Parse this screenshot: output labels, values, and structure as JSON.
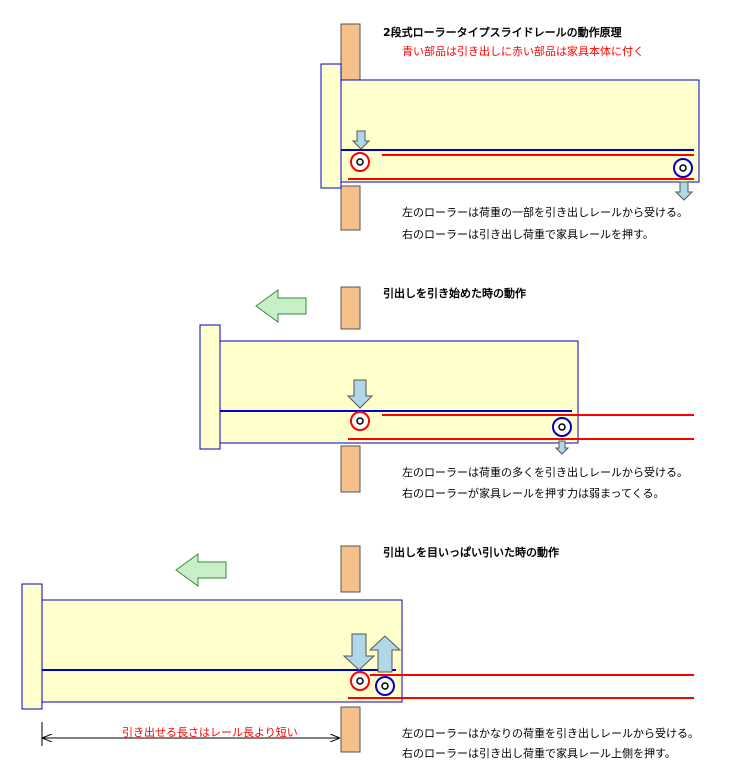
{
  "title": "2段式ローラータイプスライドレールの動作原理",
  "subtitle": "青い部品は引き出しに赤い部品は家具本体に付く",
  "stage1": {
    "notes": [
      "左のローラーは荷重の一部を引き出しレールから受ける。",
      "右のローラーは引き出し荷重で家具レールを押す。"
    ]
  },
  "stage2": {
    "heading": "引出しを引き始めた時の動作",
    "notes": [
      "左のローラーは荷重の多くを引き出しレールから受ける。",
      "右のローラーが家具レールを押す力は弱まってくる。"
    ]
  },
  "stage3": {
    "heading": "引出しを目いっぱい引いた時の動作",
    "notes": [
      "左のローラーはかなりの荷重を引き出しレールから受ける。",
      "右のローラーは引き出し荷重で家具レール上側を押す。"
    ],
    "dimension_label": "引き出せる長さはレール長より短い"
  },
  "colors": {
    "drawer_fill": "#ffffcc",
    "drawer_border": "#0000cc",
    "panel_fill": "#f6c08a",
    "panel_border": "#555555",
    "drawer_rail": "#0000cc",
    "furniture_rail": "#ff0000",
    "arrow_fill": "#b0d8e8",
    "green_arrow_fill": "#c8f0c8",
    "green_arrow_stroke": "#3a8a3a"
  }
}
